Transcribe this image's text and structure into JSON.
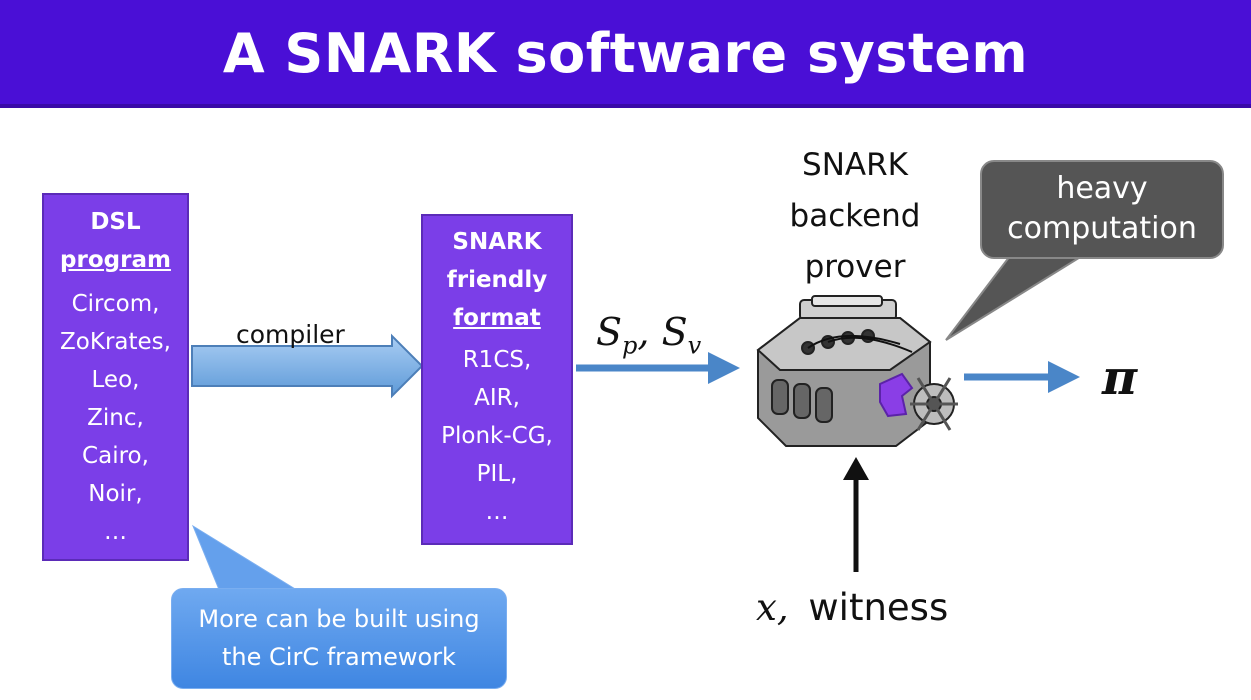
{
  "title": "A SNARK software system",
  "dsl_box": {
    "heading_line1": "DSL",
    "heading_line2": "program",
    "items": [
      "Circom,",
      "ZoKrates,",
      "Leo,",
      "Zinc,",
      "Cairo,",
      "Noir,",
      "…"
    ]
  },
  "compiler_label": "compiler",
  "snark_box": {
    "heading_line1": "SNARK",
    "heading_line2": "friendly",
    "heading_line3": "format",
    "items": [
      "R1CS,",
      "AIR,",
      "Plonk-CG,",
      "PIL,",
      "…"
    ]
  },
  "params": {
    "sp_main": "S",
    "sp_sub": "p",
    "sep": ",",
    "sv_main": "S",
    "sv_sub": "v"
  },
  "prover_label": {
    "line1": "SNARK",
    "line2": "backend",
    "line3": "prover"
  },
  "callout": {
    "line1": "heavy",
    "line2": "computation"
  },
  "proof_symbol": "π",
  "input_label": {
    "x": "x,",
    "witness": "witness"
  },
  "circ_note": {
    "line1": "More can be built using",
    "line2": "the CirC framework"
  },
  "colors": {
    "title_bg": "#4a0fd6",
    "box_fill": "#7b3ee8",
    "arrow": "#4a86c8",
    "callout_bg": "#555555",
    "bubble": "#4a8fe6"
  }
}
